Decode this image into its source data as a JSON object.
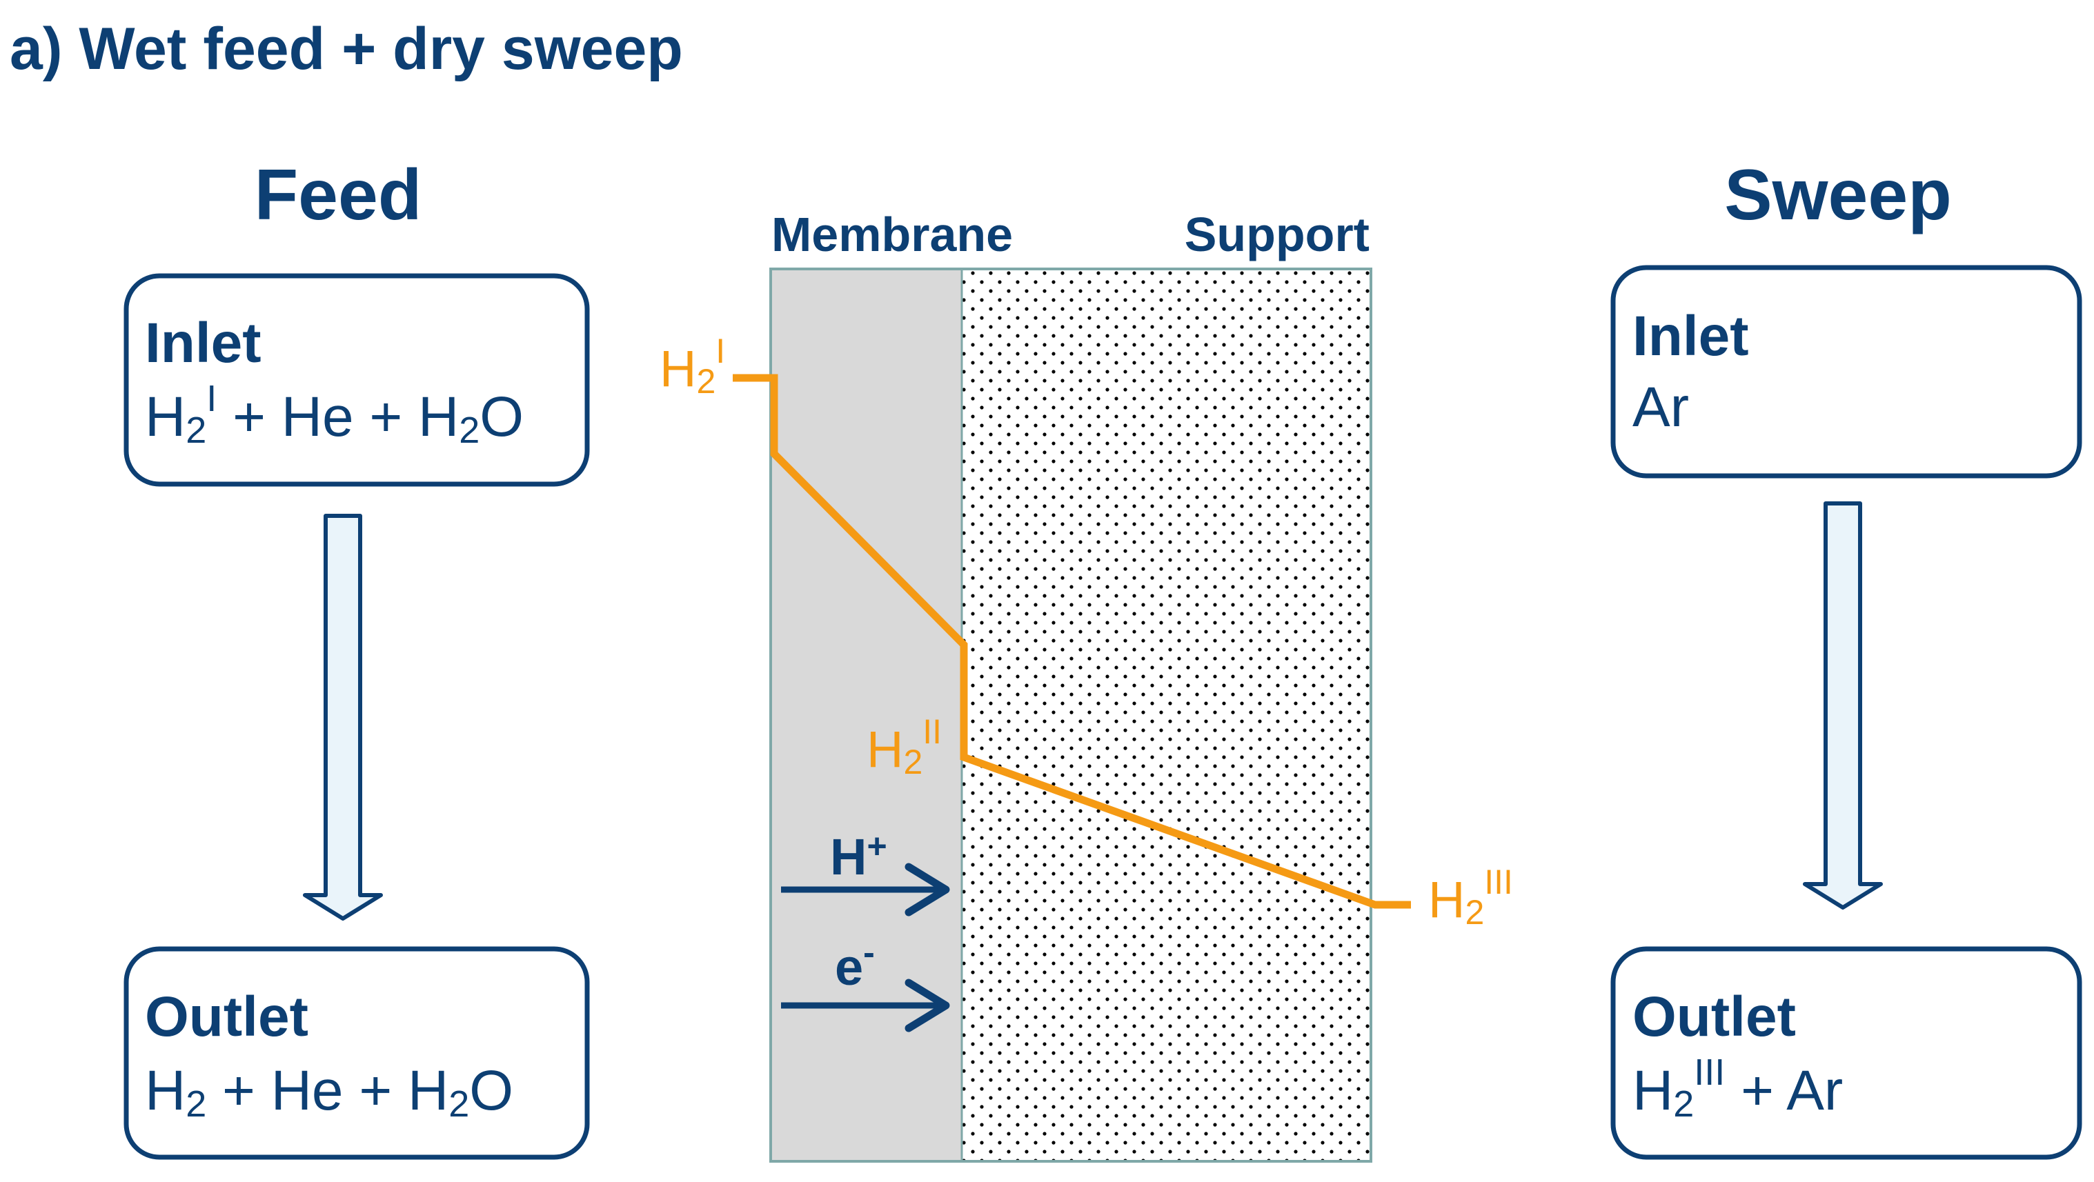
{
  "title": "a) Wet feed + dry sweep",
  "colors": {
    "navy": "#0d3f73",
    "orange": "#f59a14",
    "membrane": "#d9d9d9",
    "arrow_fill": "#eaf4fa",
    "support_border": "#7fa8a8"
  },
  "feed": {
    "heading": "Feed",
    "inlet": {
      "label": "Inlet",
      "formula": {
        "h": "H",
        "sub": "2",
        "sup": "I",
        "rest": " + He + H",
        "sub2": "2",
        "end": "O"
      }
    },
    "outlet": {
      "label": "Outlet",
      "formula": {
        "h": "H",
        "sub": "2",
        "rest": " + He + H",
        "sub2": "2",
        "end": "O"
      }
    }
  },
  "sweep": {
    "heading": "Sweep",
    "inlet": {
      "label": "Inlet",
      "formula": "Ar"
    },
    "outlet": {
      "label": "Outlet",
      "formula": {
        "h": "H",
        "sub": "2",
        "sup": "III",
        "rest": " + Ar"
      }
    }
  },
  "center": {
    "membrane_label": "Membrane",
    "support_label": "Support",
    "h2_1": {
      "h": "H",
      "sub": "2",
      "sup": "I"
    },
    "h2_2": {
      "h": "H",
      "sub": "2",
      "sup": "II"
    },
    "h2_3": {
      "h": "H",
      "sub": "2",
      "sup": "III"
    },
    "proton": {
      "base": "H",
      "sup": "+"
    },
    "electron": {
      "base": "e",
      "sup": "-"
    }
  }
}
